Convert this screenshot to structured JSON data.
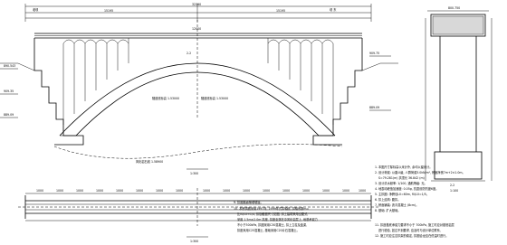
{
  "elevation": {
    "span_dim": "32390",
    "half_span_left": "15195",
    "half_span_right": "15195",
    "crown_dim": "12000",
    "label_left_bank": "老坝",
    "label_right_bank": "坝 东",
    "center_label": "2-2",
    "arch_text_left": "隧道底标高 1.53000",
    "arch_text_center": "隧道底标高 1.53000",
    "rock_line_label": "风化岩石线 1.58900",
    "left_elev_1": "890.543",
    "left_elev_2": "909.35",
    "left_elev_3": "889.09",
    "right_elev_1": "909.75",
    "right_elev_2": "889.09",
    "right_top_dim": "800.750",
    "scale_label": "1:300"
  },
  "plan": {
    "segment_dims": [
      "1000",
      "1000",
      "1000",
      "1000",
      "1000",
      "1000",
      "1000",
      "1000",
      "1000",
      "1000",
      "1000",
      "1000",
      "1000",
      "1000",
      "1000",
      "1000",
      "1000"
    ],
    "scale_label": "1:300"
  },
  "section": {
    "label": "2-2",
    "scale_label": "1:100"
  },
  "notes_left": [
    "9. 拱圈路面横坡坡度。",
    "10. 本桥拱圈采用1997年, 1999年式拱轴线, 拱轴系数m=",
    "比f0/L0=1/4, 拱肋截面尺寸见图, 拱上建筑采用空腹式,",
    "采用 1.5m×2.0m 拱座, 拱座坐落在中风化岩层上, 地基承载力",
    "不小于300kPa, 拱圈采用C30混凝土, 拱上立柱及盖梁,",
    "拱座采用C25混凝土, 基础采用C20片石混凝土。"
  ],
  "notes_right": [
    "1. 本图尺寸除标高以米计外, 余均以厘米计。",
    "2. 设计荷载: 公路-II级, 人群荷载3.0kN/m², 桥面净宽7m+2×1.0m。",
    "S=79.281(m) 拱顶长 36.842 (m)",
    "3. 设计洪水频率: 1/100, 通航等级: 无。",
    "4. 地震动峰值加速度: 0.05g, 抗震设防烈度6度。",
    "5. 主拱圈: 净跨径L0=60m, f0/L0=1/5。",
    "6. 拱上结构: 腹拱。",
    "7. 桥面铺装: 沥青混凝土 (8cm)。",
    "8. 基础: 扩大基础。",
    "11. 拱座基底承载力要求不小于 700kPa, 施工时应对基底岩层",
    "进行检验, 如达不到要求, 应及时与设计单位联系,",
    "12. 施工时应注意拱架的稳定, 拱圈合龙应在低温时进行。"
  ]
}
